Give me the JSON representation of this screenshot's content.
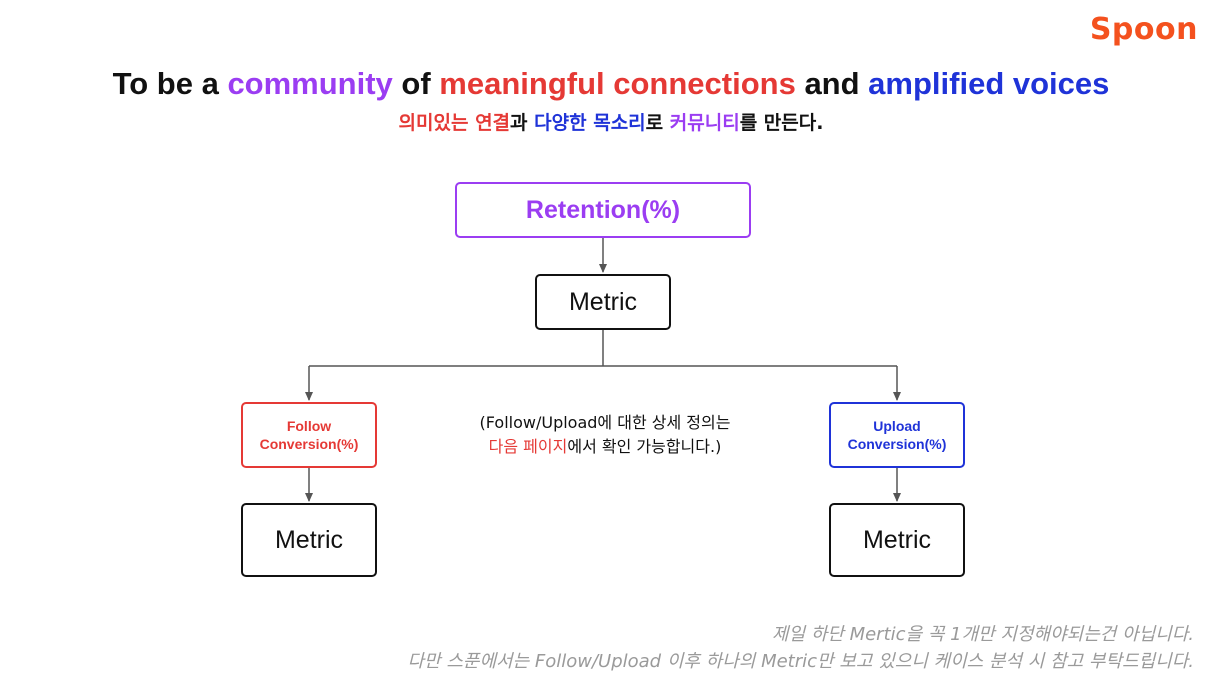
{
  "brand": {
    "logo": "Spoon",
    "accent": "#f4511e"
  },
  "colors": {
    "purple": "#9b3df2",
    "red": "#e53935",
    "blue": "#1f33d8",
    "black": "#111111",
    "gray": "#9a9a9a"
  },
  "headline": {
    "part1": "To be a ",
    "part2": "community",
    "part3": " of ",
    "part4": "meaningful connections",
    "part5": " and ",
    "part6": "amplified voices"
  },
  "subline": {
    "part1": "의미있는 연결",
    "part2": "과 ",
    "part3": "다양한 목소리",
    "part4": "로 ",
    "part5": "커뮤니티",
    "part6": "를 만든다."
  },
  "diagram": {
    "root": "Retention(%)",
    "metric_top": "Metric",
    "follow_line1": "Follow",
    "follow_line2": "Conversion(%)",
    "upload_line1": "Upload",
    "upload_line2": "Conversion(%)",
    "metric_left": "Metric",
    "metric_right": "Metric"
  },
  "note": {
    "line1": "(Follow/Upload에 대한 상세 정의는",
    "line2_red": "다음 페이지",
    "line2_rest": "에서 확인 가능합니다.)"
  },
  "footnotes": {
    "line1": "제일 하단 Mertic을 꼭 1개만 지정해야되는건 아닙니다.",
    "line2": "다만 스푼에서는 Follow/Upload 이후 하나의 Metric만 보고 있으니 케이스 분석 시 참고 부탁드립니다."
  }
}
